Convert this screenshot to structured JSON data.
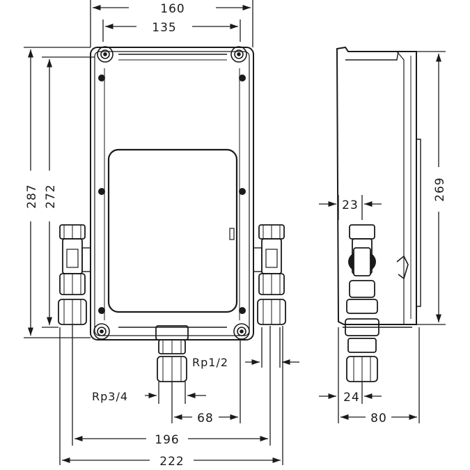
{
  "drawing": {
    "front_view": {
      "width_outer": "160",
      "width_inner": "135",
      "height_outer": "287",
      "height_inner": "272",
      "thread_outlet": "Rp1/2",
      "thread_inlet": "Rp3/4",
      "spacing_inlet": "68",
      "width_connections": "196",
      "width_total": "222"
    },
    "side_view": {
      "height": "269",
      "offset_top": "23",
      "offset_bottom": "24",
      "depth": "80"
    }
  }
}
